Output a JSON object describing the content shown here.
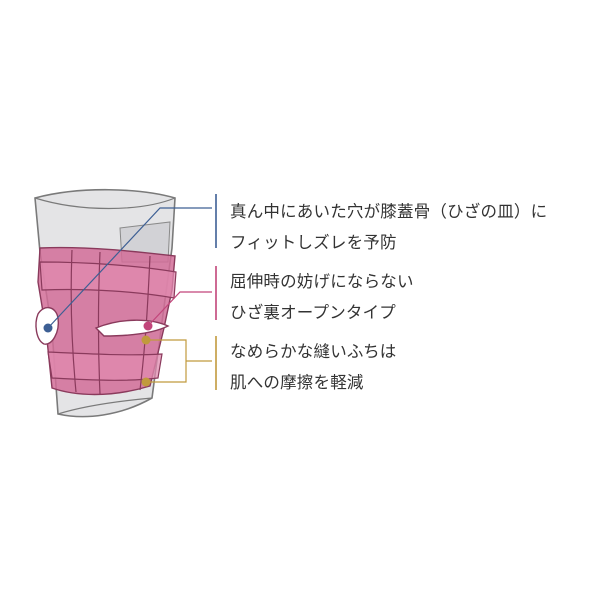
{
  "colors": {
    "blue": "#3d5f94",
    "pink": "#c2457a",
    "gold": "#c19a3d",
    "brace_pink": "#cf6b95",
    "brace_stroke": "#8a3a5c",
    "sleeve": "#e4e4e6",
    "outline": "#777777"
  },
  "callouts": [
    {
      "color_key": "blue",
      "lines": [
        "真ん中にあいた穴が膝蓋骨（ひざの皿）に",
        "フィットしズレを予防"
      ]
    },
    {
      "color_key": "pink",
      "lines": [
        "屈伸時の妨げにならない",
        "ひざ裏オープンタイプ"
      ]
    },
    {
      "color_key": "gold",
      "lines": [
        "なめらかな縫いふちは",
        "肌への摩擦を軽減"
      ]
    }
  ]
}
